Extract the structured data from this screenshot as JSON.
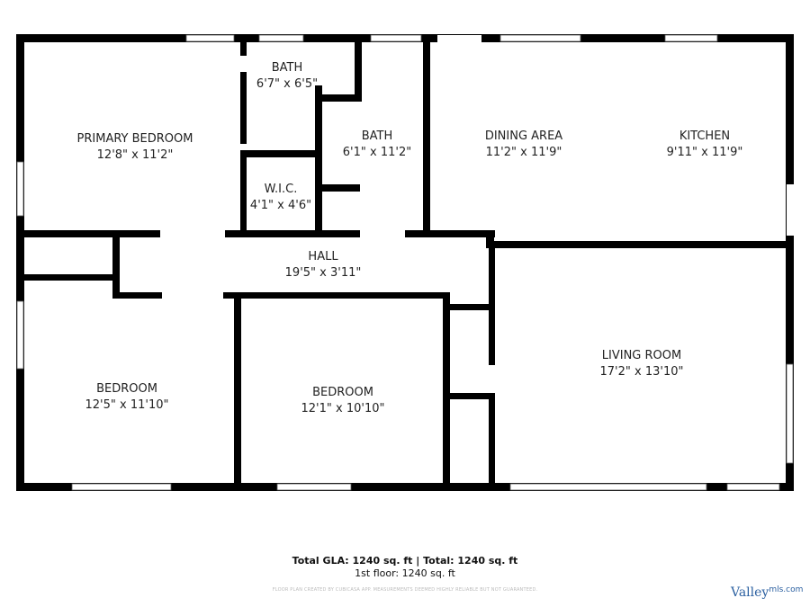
{
  "rooms": [
    {
      "name": "PRIMARY BEDROOM",
      "size": "12'8\" x 11'2\""
    },
    {
      "name": "BATH",
      "size": "6'7\" x 6'5\""
    },
    {
      "name": "BATH",
      "size": "6'1\" x 11'2\""
    },
    {
      "name": "W.I.C.",
      "size": "4'1\" x 4'6\""
    },
    {
      "name": "DINING AREA",
      "size": "11'2\" x 11'9\""
    },
    {
      "name": "KITCHEN",
      "size": "9'11\" x 11'9\""
    },
    {
      "name": "HALL",
      "size": "19'5\" x 3'11\""
    },
    {
      "name": "BEDROOM",
      "size": "12'5\" x 11'10\""
    },
    {
      "name": "BEDROOM",
      "size": "12'1\" x 10'10\""
    },
    {
      "name": "LIVING ROOM",
      "size": "17'2\" x 13'10\""
    }
  ],
  "footer": {
    "totals": "Total GLA: 1240 sq. ft | Total: 1240 sq. ft",
    "floor": "1st floor: 1240 sq. ft",
    "disclaimer": "FLOOR PLAN CREATED BY CUBICASA APP. MEASUREMENTS DEEMED HIGHLY RELIABLE BUT NOT GUARANTEED."
  },
  "logo": {
    "text": "Valley",
    "suffix": "mls.com"
  },
  "colors": {
    "wall": "#000000",
    "logo": "#2a5fa0"
  }
}
